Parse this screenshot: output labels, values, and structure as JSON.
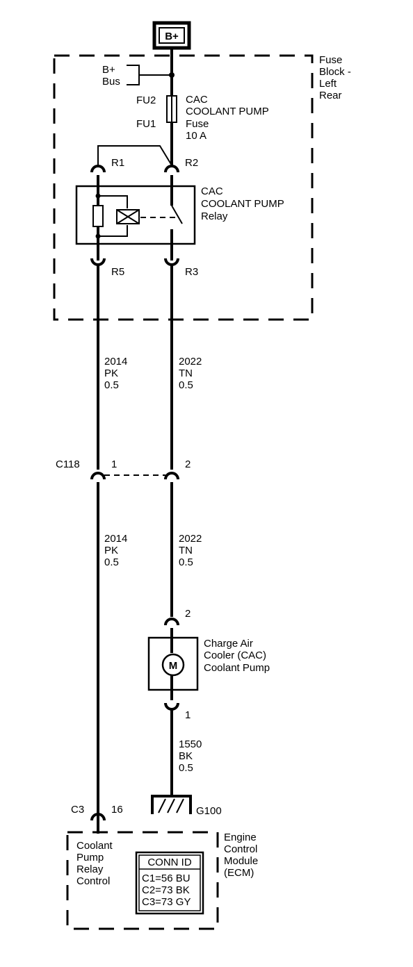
{
  "power": {
    "label": "B+"
  },
  "fuse_block": {
    "label": [
      "Fuse",
      "Block -",
      "Left",
      "Rear"
    ]
  },
  "bus": {
    "label": [
      "B+",
      "Bus"
    ]
  },
  "fuse": {
    "pins": [
      "FU2",
      "FU1"
    ],
    "label": [
      "CAC",
      "COOLANT PUMP",
      "Fuse",
      "10 A"
    ]
  },
  "relay": {
    "label": [
      "CAC",
      "COOLANT PUMP",
      "Relay"
    ],
    "pins": {
      "r1": "R1",
      "r2": "R2",
      "r3": "R3",
      "r5": "R5"
    }
  },
  "wires": {
    "left_upper": [
      "2014",
      "PK",
      "0.5"
    ],
    "right_upper": [
      "2022",
      "TN",
      "0.5"
    ],
    "left_lower": [
      "2014",
      "PK",
      "0.5"
    ],
    "right_lower": [
      "2022",
      "TN",
      "0.5"
    ],
    "ground_wire": [
      "1550",
      "BK",
      "0.5"
    ]
  },
  "connector_c118": {
    "name": "C118",
    "pin_left": "1",
    "pin_right": "2"
  },
  "pump": {
    "pin_top": "2",
    "pin_bottom": "1",
    "symbol": "M",
    "label": [
      "Charge Air",
      "Cooler (CAC)",
      "Coolant Pump"
    ]
  },
  "ground": {
    "label": "G100"
  },
  "ecm": {
    "connector": "C3",
    "pin": "16",
    "circuit_label": [
      "Coolant",
      "Pump",
      "Relay",
      "Control"
    ],
    "module_label": [
      "Engine",
      "Control",
      "Module",
      "(ECM)"
    ],
    "conn_id": {
      "title": "CONN ID",
      "rows": [
        "C1=56 BU",
        "C2=73 BK",
        "C3=73 GY"
      ]
    }
  }
}
